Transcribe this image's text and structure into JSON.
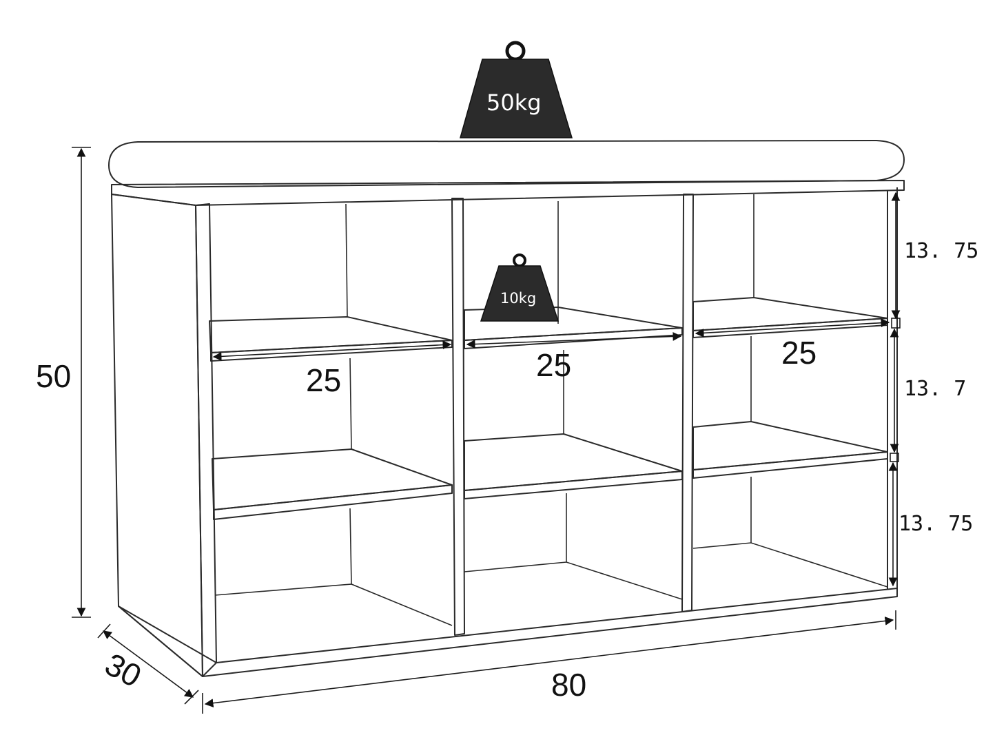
{
  "weights": {
    "top": "50kg",
    "shelf": "10kg"
  },
  "dimensions": {
    "height": "50",
    "depth": "30",
    "width": "80",
    "cell_widths": [
      "25",
      "25",
      "25"
    ],
    "cell_heights": [
      "13. 75",
      "13. 7",
      "13. 75"
    ]
  }
}
